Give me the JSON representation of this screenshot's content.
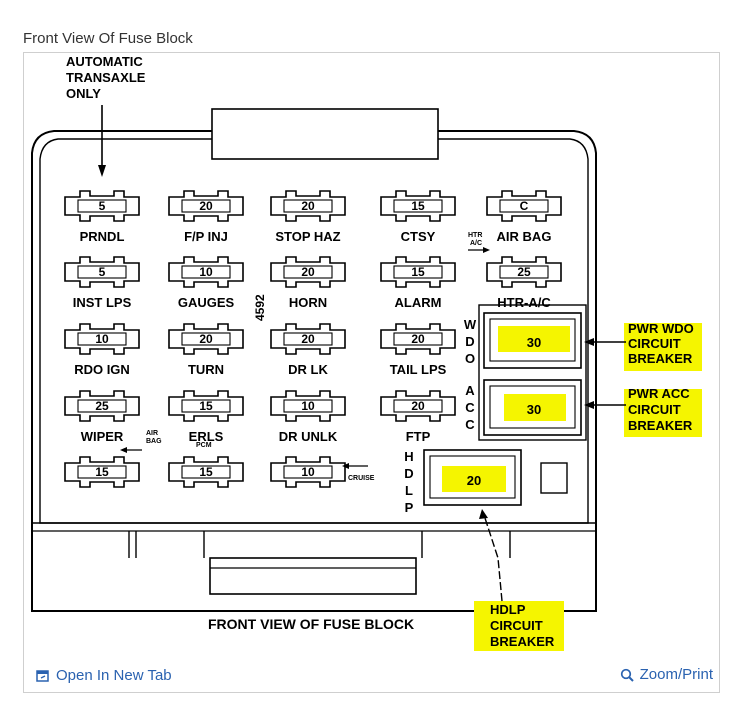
{
  "caption": "Front View Of Fuse Block",
  "diagram": {
    "callout_top": [
      "AUTOMATIC",
      "TRANSAXLE",
      "ONLY"
    ],
    "fuses": [
      {
        "value": "5",
        "label": "PRNDL"
      },
      {
        "value": "20",
        "label": "F/P INJ"
      },
      {
        "value": "20",
        "label": "STOP HAZ"
      },
      {
        "value": "15",
        "label": "CTSY"
      },
      {
        "value": "C",
        "label": "AIR BAG"
      },
      {
        "value": "5",
        "label": "INST LPS"
      },
      {
        "value": "10",
        "label": "GAUGES"
      },
      {
        "value": "20",
        "label": "HORN"
      },
      {
        "value": "15",
        "label": "ALARM"
      },
      {
        "value": "25",
        "label": "HTR-A/C"
      },
      {
        "value": "10",
        "label": "RDO IGN"
      },
      {
        "value": "20",
        "label": "TURN"
      },
      {
        "value": "20",
        "label": "DR LK"
      },
      {
        "value": "20",
        "label": "TAIL LPS"
      },
      {
        "value": "25",
        "label": "WIPER"
      },
      {
        "value": "15",
        "label": "ERLS"
      },
      {
        "value": "10",
        "label": "DR UNLK"
      },
      {
        "value": "20",
        "label": "FTP"
      },
      {
        "value": "15",
        "label": ""
      },
      {
        "value": "15",
        "label": ""
      },
      {
        "value": "10",
        "label": ""
      }
    ],
    "small_labels": {
      "htr_ac": [
        "HTR",
        "A/C"
      ],
      "air_bag_a": [
        "AIR",
        "BAG"
      ],
      "pcm": "PCM",
      "cruise": "CRUISE",
      "code": "4592"
    },
    "breakers": [
      {
        "vertical": "WDO",
        "value": "30",
        "label": [
          "PWR WDO",
          "CIRCUIT",
          "BREAKER"
        ]
      },
      {
        "vertical": "ACC",
        "value": "30",
        "label": [
          "PWR ACC",
          "CIRCUIT",
          "BREAKER"
        ]
      },
      {
        "vertical": "HDLP",
        "value": "20",
        "label": [
          "HDLP",
          "CIRCUIT",
          "BREAKER"
        ]
      }
    ],
    "bottom_title": "FRONT VIEW OF FUSE BLOCK",
    "highlight_color": "#f5f500"
  },
  "footer": {
    "open_tab": "Open In New Tab",
    "zoom_print": "Zoom/Print"
  },
  "colors": {
    "link": "#2a62b0"
  }
}
